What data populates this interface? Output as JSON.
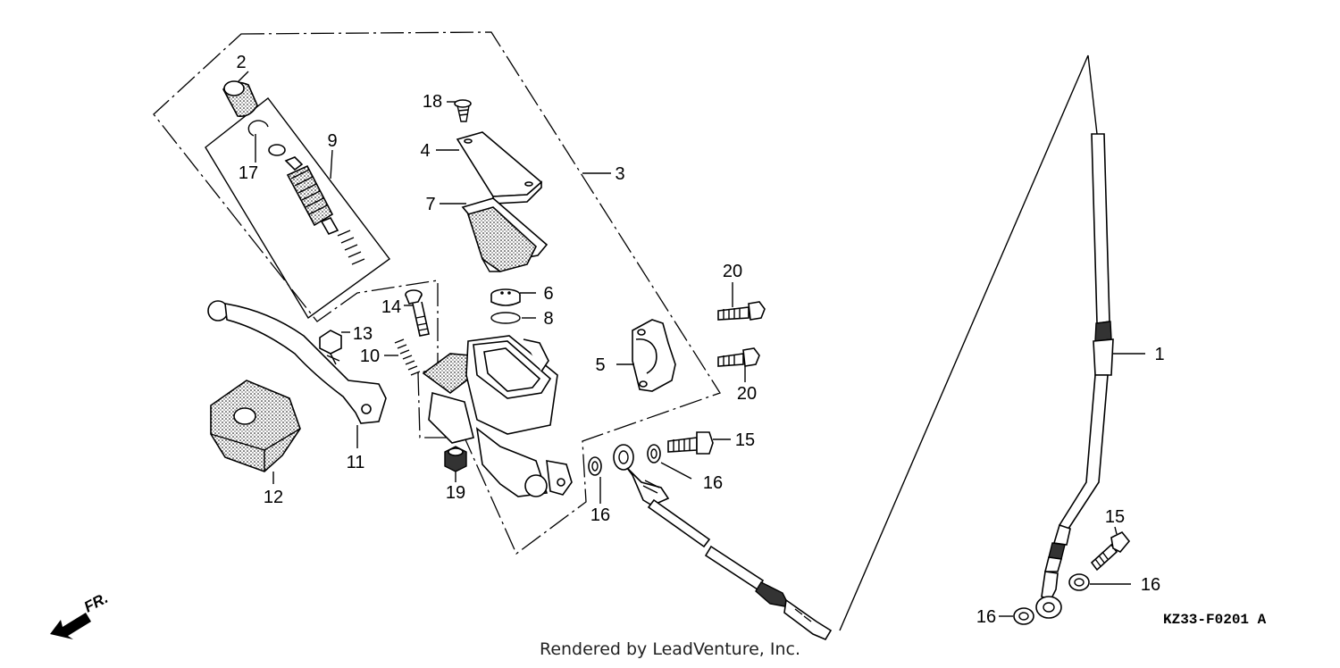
{
  "callouts": [
    {
      "id": "c2",
      "text": "2"
    },
    {
      "id": "c17",
      "text": "17"
    },
    {
      "id": "c9",
      "text": "9"
    },
    {
      "id": "c18",
      "text": "18"
    },
    {
      "id": "c4",
      "text": "4"
    },
    {
      "id": "c3",
      "text": "3"
    },
    {
      "id": "c7",
      "text": "7"
    },
    {
      "id": "c6",
      "text": "6"
    },
    {
      "id": "c8",
      "text": "8"
    },
    {
      "id": "c14",
      "text": "14"
    },
    {
      "id": "c13",
      "text": "13"
    },
    {
      "id": "c10",
      "text": "10"
    },
    {
      "id": "c11",
      "text": "11"
    },
    {
      "id": "c12",
      "text": "12"
    },
    {
      "id": "c19",
      "text": "19"
    },
    {
      "id": "c5",
      "text": "5"
    },
    {
      "id": "c20a",
      "text": "20"
    },
    {
      "id": "c20b",
      "text": "20"
    },
    {
      "id": "c15a",
      "text": "15"
    },
    {
      "id": "c16a",
      "text": "16"
    },
    {
      "id": "c16b",
      "text": "16"
    },
    {
      "id": "c1",
      "text": "1"
    },
    {
      "id": "c15b",
      "text": "15"
    },
    {
      "id": "c16c",
      "text": "16"
    },
    {
      "id": "c16d",
      "text": "16"
    }
  ],
  "diagram_code": "KZ33-F0201",
  "diagram_code_suffix": "A",
  "front_marker": "FR.",
  "credit": "Rendered by LeadVenture, Inc."
}
